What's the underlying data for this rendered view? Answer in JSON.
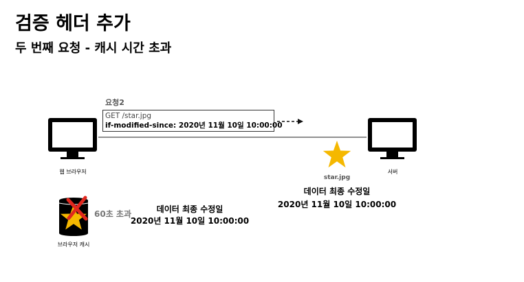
{
  "title": "검증 헤더 추가",
  "subtitle": "두 번째 요청 - 캐시 시간 초과",
  "request": {
    "label": "요청2",
    "line1": "GET /star.jpg",
    "line2": "if-modified-since: 2020년 11월 10일 10:00:00"
  },
  "client": {
    "label": "웹 브라우저"
  },
  "server": {
    "label": "서버"
  },
  "server_resource": {
    "name": "star.jpg",
    "modified_title": "데이터 최종 수정일",
    "modified_date": "2020년 11월 10일 10:00:00"
  },
  "cache": {
    "label": "브라우저 캐시",
    "age": "60초 초과",
    "modified_title": "데이터 최종 수정일",
    "modified_date": "2020년 11월 10일 10:00:00"
  },
  "colors": {
    "star": "#f5b800",
    "cross": "#e0271e",
    "monitor": "#000000"
  }
}
